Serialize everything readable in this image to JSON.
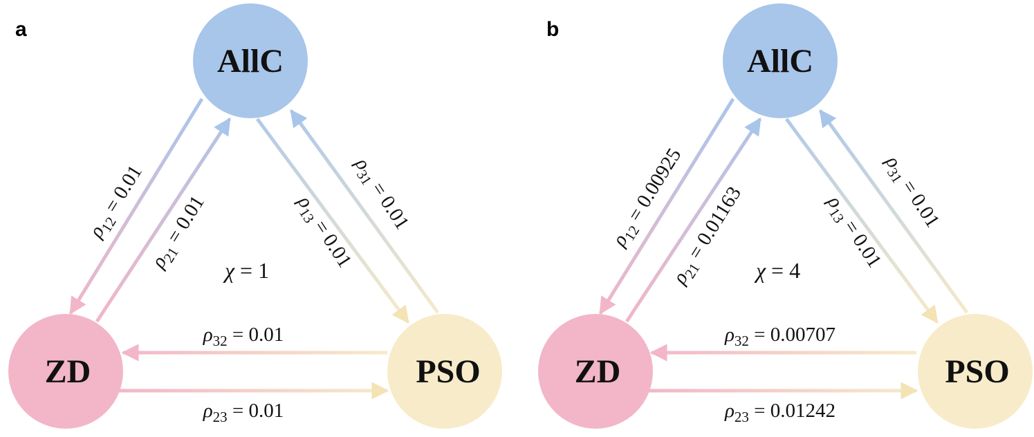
{
  "colors": {
    "allc": "#a8c5ea",
    "zd": "#f2b6c8",
    "pso": "#f7ebc9",
    "text": "#111111"
  },
  "panels": [
    {
      "label": "a",
      "nodes": {
        "allc": "AllC",
        "zd": "ZD",
        "pso": "PSO"
      },
      "chi": {
        "symbol": "χ",
        "eq": " = ",
        "value": "1"
      },
      "edges": {
        "rho12": {
          "symbol": "ρ",
          "sub": "12",
          "eq": " = ",
          "value": "0.01"
        },
        "rho21": {
          "symbol": "ρ",
          "sub": "21",
          "eq": " = ",
          "value": "0.01"
        },
        "rho13": {
          "symbol": "ρ",
          "sub": "13",
          "eq": " = ",
          "value": "0.01"
        },
        "rho31": {
          "symbol": "ρ",
          "sub": "31",
          "eq": " = ",
          "value": "0.01"
        },
        "rho32": {
          "symbol": "ρ",
          "sub": "32",
          "eq": " = ",
          "value": "0.01"
        },
        "rho23": {
          "symbol": "ρ",
          "sub": "23",
          "eq": " = ",
          "value": "0.01"
        }
      }
    },
    {
      "label": "b",
      "nodes": {
        "allc": "AllC",
        "zd": "ZD",
        "pso": "PSO"
      },
      "chi": {
        "symbol": "χ",
        "eq": " = ",
        "value": "4"
      },
      "edges": {
        "rho12": {
          "symbol": "ρ",
          "sub": "12",
          "eq": " = ",
          "value": "0.00925"
        },
        "rho21": {
          "symbol": "ρ",
          "sub": "21",
          "eq": " = ",
          "value": "0.01163"
        },
        "rho13": {
          "symbol": "ρ",
          "sub": "13",
          "eq": " = ",
          "value": "0.01"
        },
        "rho31": {
          "symbol": "ρ",
          "sub": "31",
          "eq": " = ",
          "value": "0.01"
        },
        "rho32": {
          "symbol": "ρ",
          "sub": "32",
          "eq": " = ",
          "value": "0.00707"
        },
        "rho23": {
          "symbol": "ρ",
          "sub": "23",
          "eq": " = ",
          "value": "0.01242"
        }
      }
    }
  ]
}
